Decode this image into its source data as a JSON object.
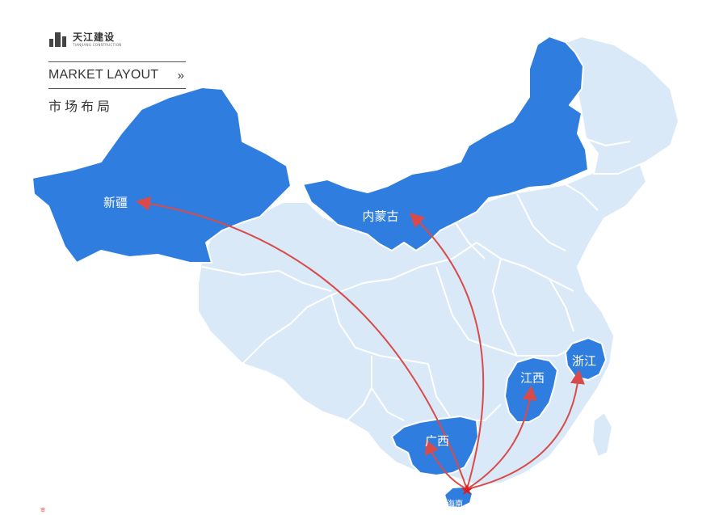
{
  "brand": {
    "name": "天江建设",
    "subname": "TIANJIANG CONSTRUCTION",
    "color": "#444444"
  },
  "header": {
    "title_en": "MARKET LAYOUT",
    "arrow": "»",
    "title_cn": "市场布局"
  },
  "colors": {
    "base_land": "#d9e9f7",
    "highlight": "#2f7ddf",
    "border": "#ffffff",
    "route": "#d94b4b",
    "origin": "#d91e1e"
  },
  "origin": {
    "label": "海南"
  },
  "regions": [
    {
      "id": "xinjiang",
      "label": "新疆"
    },
    {
      "id": "neimenggu",
      "label": "内蒙古"
    },
    {
      "id": "jiangxi",
      "label": "江西"
    },
    {
      "id": "zhejiang",
      "label": "浙江"
    },
    {
      "id": "guangxi",
      "label": "广西"
    }
  ],
  "footnote": "审"
}
